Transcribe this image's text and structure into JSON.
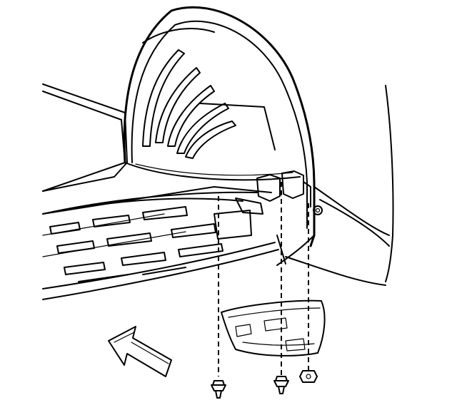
{
  "illustration": {
    "kind": "line-drawing",
    "subject": "rear-wheelhouse-liner-installation",
    "ink_color": "#000000",
    "background_color": "#ffffff",
    "fasteners": [
      "push-pin-retainer",
      "push-pin-retainer",
      "nut"
    ],
    "direction_indicator": "arrow-icon"
  }
}
